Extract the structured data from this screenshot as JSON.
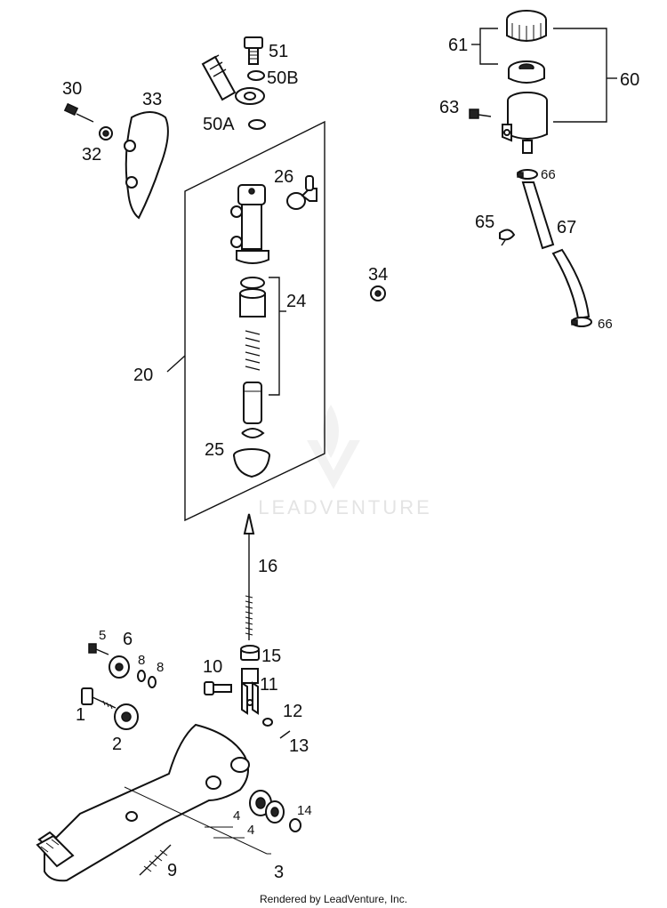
{
  "watermark": "LEADVENTURE",
  "footer": "Rendered by LeadVenture, Inc.",
  "callouts": {
    "c51": "51",
    "c50b": "50B",
    "c50a": "50A",
    "c30": "30",
    "c33": "33",
    "c32": "32",
    "c26": "26",
    "c24": "24",
    "c20": "20",
    "c25": "25",
    "c34": "34",
    "c61": "61",
    "c60": "60",
    "c63": "63",
    "c66a": "66",
    "c65": "65",
    "c67": "67",
    "c66b": "66",
    "c16": "16",
    "c15": "15",
    "c5": "5",
    "c6": "6",
    "c8a": "8",
    "c8b": "8",
    "c10": "10",
    "c11": "11",
    "c1": "1",
    "c2": "2",
    "c12": "12",
    "c13": "13",
    "c14": "14",
    "c4a": "4",
    "c4b": "4",
    "c9": "9",
    "c3": "3"
  }
}
